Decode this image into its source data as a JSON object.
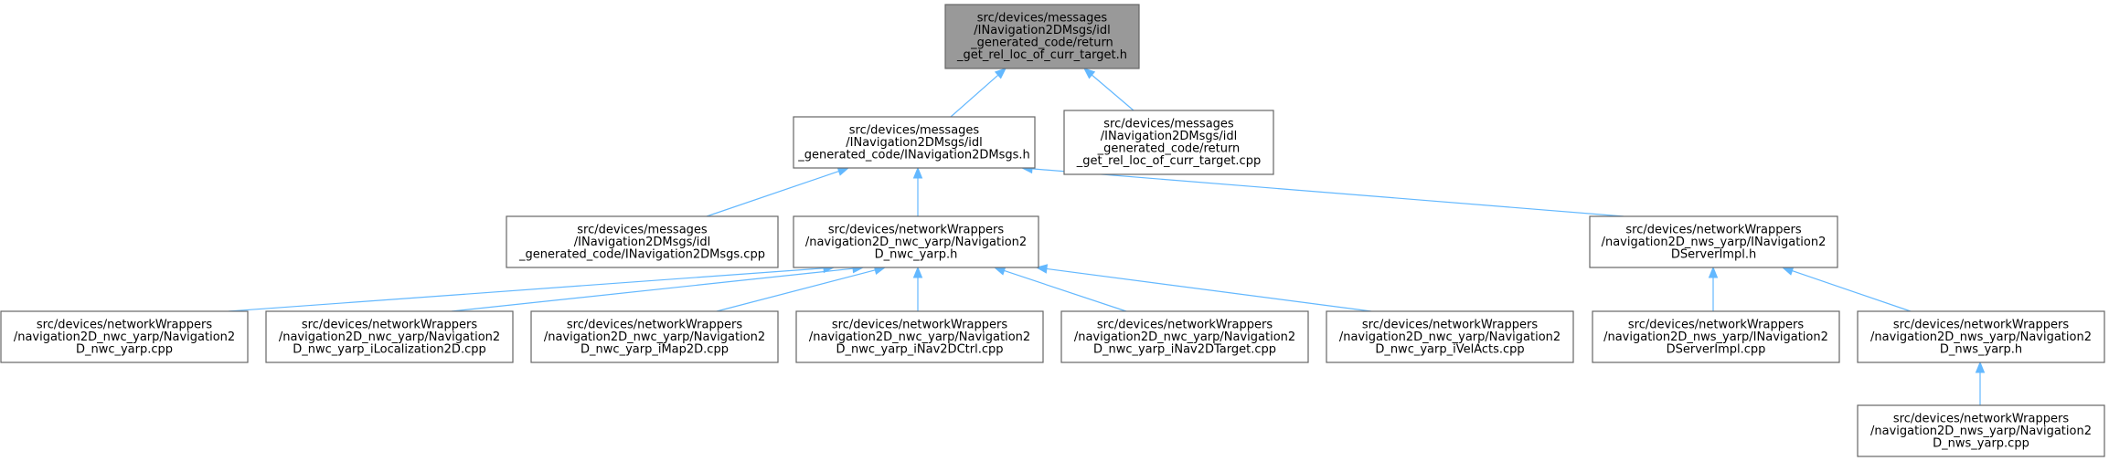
{
  "nodes": [
    {
      "id": "n0",
      "name": "node-return-get-rel-loc-h",
      "root": true,
      "lines": [
        "src/devices/messages",
        "/INavigation2DMsgs/idl",
        "_generated_code/return",
        "_get_rel_loc_of_curr_target.h"
      ]
    },
    {
      "id": "n1",
      "name": "node-inavigation2dmsgs-h",
      "lines": [
        "src/devices/messages",
        "/INavigation2DMsgs/idl",
        "_generated_code/INavigation2DMsgs.h"
      ]
    },
    {
      "id": "n2",
      "name": "node-return-get-rel-loc-cpp",
      "lines": [
        "src/devices/messages",
        "/INavigation2DMsgs/idl",
        "_generated_code/return",
        "_get_rel_loc_of_curr_target.cpp"
      ]
    },
    {
      "id": "n3",
      "name": "node-inavigation2dmsgs-cpp",
      "lines": [
        "src/devices/messages",
        "/INavigation2DMsgs/idl",
        "_generated_code/INavigation2DMsgs.cpp"
      ]
    },
    {
      "id": "n4",
      "name": "node-navigation2d-nwc-yarp-h",
      "lines": [
        "src/devices/networkWrappers",
        "/navigation2D_nwc_yarp/Navigation2",
        "D_nwc_yarp.h"
      ]
    },
    {
      "id": "n5",
      "name": "node-inavigation2dserverimpl-h",
      "lines": [
        "src/devices/networkWrappers",
        "/navigation2D_nws_yarp/INavigation2",
        "DServerImpl.h"
      ]
    },
    {
      "id": "n6",
      "name": "node-navigation2d-nwc-yarp-cpp",
      "lines": [
        "src/devices/networkWrappers",
        "/navigation2D_nwc_yarp/Navigation2",
        "D_nwc_yarp.cpp"
      ]
    },
    {
      "id": "n7",
      "name": "node-navigation2d-nwc-yarp-ilocalization2d-cpp",
      "lines": [
        "src/devices/networkWrappers",
        "/navigation2D_nwc_yarp/Navigation2",
        "D_nwc_yarp_iLocalization2D.cpp"
      ]
    },
    {
      "id": "n8",
      "name": "node-navigation2d-nwc-yarp-imap2d-cpp",
      "lines": [
        "src/devices/networkWrappers",
        "/navigation2D_nwc_yarp/Navigation2",
        "D_nwc_yarp_iMap2D.cpp"
      ]
    },
    {
      "id": "n9",
      "name": "node-navigation2d-nwc-yarp-inav2dctrl-cpp",
      "lines": [
        "src/devices/networkWrappers",
        "/navigation2D_nwc_yarp/Navigation2",
        "D_nwc_yarp_iNav2DCtrl.cpp"
      ]
    },
    {
      "id": "n10",
      "name": "node-navigation2d-nwc-yarp-inav2dtarget-cpp",
      "lines": [
        "src/devices/networkWrappers",
        "/navigation2D_nwc_yarp/Navigation2",
        "D_nwc_yarp_iNav2DTarget.cpp"
      ]
    },
    {
      "id": "n11",
      "name": "node-navigation2d-nwc-yarp-ivelacts-cpp",
      "lines": [
        "src/devices/networkWrappers",
        "/navigation2D_nwc_yarp/Navigation2",
        "D_nwc_yarp_iVelActs.cpp"
      ]
    },
    {
      "id": "n12",
      "name": "node-inavigation2dserverimpl-cpp",
      "lines": [
        "src/devices/networkWrappers",
        "/navigation2D_nws_yarp/INavigation2",
        "DServerImpl.cpp"
      ]
    },
    {
      "id": "n13",
      "name": "node-navigation2d-nws-yarp-h",
      "lines": [
        "src/devices/networkWrappers",
        "/navigation2D_nws_yarp/Navigation2",
        "D_nws_yarp.h"
      ]
    },
    {
      "id": "n14",
      "name": "node-navigation2d-nws-yarp-cpp",
      "lines": [
        "src/devices/networkWrappers",
        "/navigation2D_nws_yarp/Navigation2",
        "D_nws_yarp.cpp"
      ]
    }
  ],
  "edges": [
    {
      "from": "n1",
      "to": "n0"
    },
    {
      "from": "n2",
      "to": "n0"
    },
    {
      "from": "n3",
      "to": "n1"
    },
    {
      "from": "n4",
      "to": "n1"
    },
    {
      "from": "n5",
      "to": "n1"
    },
    {
      "from": "n6",
      "to": "n4"
    },
    {
      "from": "n7",
      "to": "n4"
    },
    {
      "from": "n8",
      "to": "n4"
    },
    {
      "from": "n9",
      "to": "n4"
    },
    {
      "from": "n10",
      "to": "n4"
    },
    {
      "from": "n11",
      "to": "n4"
    },
    {
      "from": "n12",
      "to": "n5"
    },
    {
      "from": "n13",
      "to": "n5"
    },
    {
      "from": "n14",
      "to": "n13"
    }
  ],
  "colors": {
    "root_fill": "#999999",
    "node_fill": "#ffffff",
    "node_border": "#666666",
    "edge": "#63b8ff",
    "text": "#000000"
  }
}
